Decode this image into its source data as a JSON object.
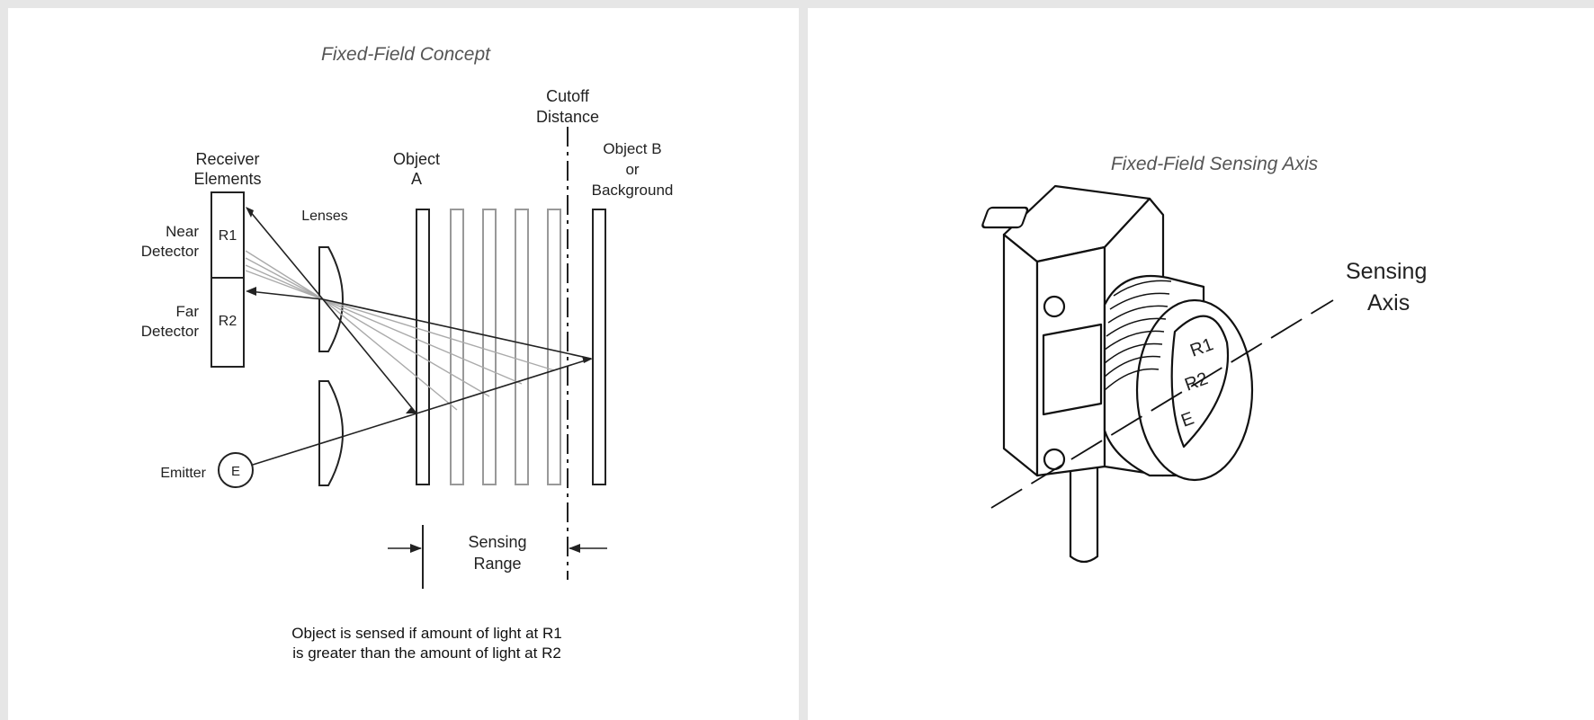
{
  "left": {
    "title": "Fixed-Field Concept",
    "labels": {
      "receiver_elements_1": "Receiver",
      "receiver_elements_2": "Elements",
      "object_a_1": "Object",
      "object_a_2": "A",
      "cutoff_1": "Cutoff",
      "cutoff_2": "Distance",
      "object_b_1": "Object B",
      "object_b_2": "or",
      "object_b_3": "Background",
      "lenses": "Lenses",
      "near_1": "Near",
      "near_2": "Detector",
      "far_1": "Far",
      "far_2": "Detector",
      "r1": "R1",
      "r2": "R2",
      "emitter": "Emitter",
      "e": "E",
      "sensing_range_1": "Sensing",
      "sensing_range_2": "Range"
    },
    "caption_1": "Object is sensed if amount of light at R1",
    "caption_2": "is greater than the amount of light at R2"
  },
  "right": {
    "title": "Fixed-Field Sensing Axis",
    "sensing_1": "Sensing",
    "sensing_2": "Axis",
    "face_r1": "R1",
    "face_r2": "R2",
    "face_e": "E"
  }
}
